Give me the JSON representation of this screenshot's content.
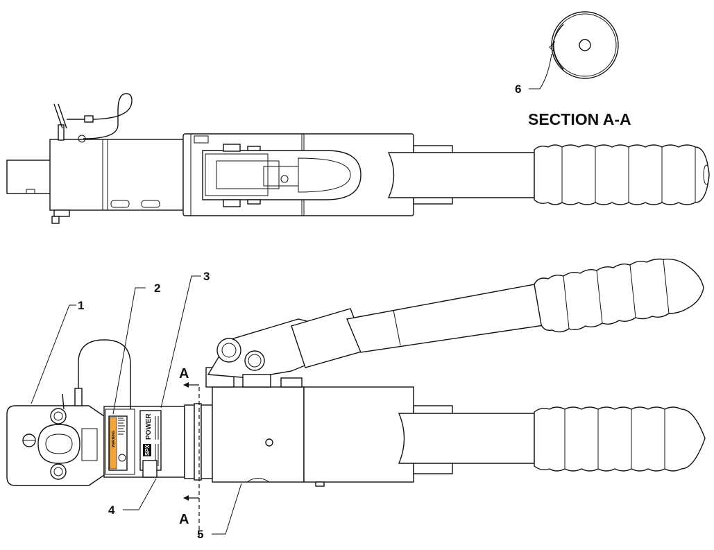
{
  "figure": {
    "section_title": "SECTION A-A",
    "section_marker": "A",
    "callouts": [
      "1",
      "2",
      "3",
      "4",
      "5",
      "6"
    ],
    "label_text": {
      "warning_header": "WARNING",
      "brand_box": "SPX",
      "brand_name": "POWER"
    }
  }
}
